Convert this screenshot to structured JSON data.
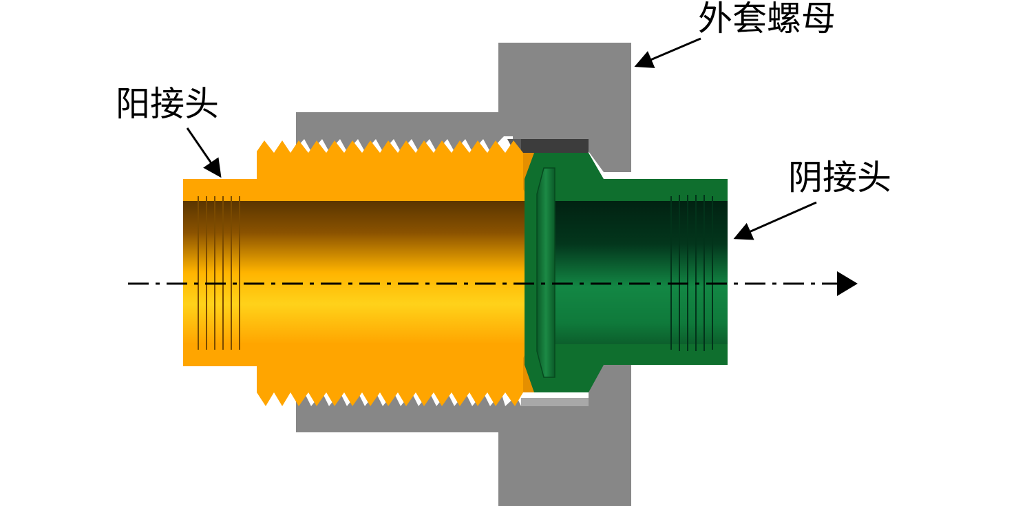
{
  "labels": {
    "male_connector": "阳接头",
    "outer_nut": "外套螺母",
    "female_connector": "阴接头"
  },
  "colors": {
    "male_body": "#FFA500",
    "male_bore_dark": "#5A3500",
    "male_bore_light": "#FFD21A",
    "female_body": "#0F6F2E",
    "female_bore_dark": "#012212",
    "female_bore_light": "#138744",
    "nut": "#878787",
    "nut_dark": "#3C3C3C",
    "axis": "#000000"
  }
}
